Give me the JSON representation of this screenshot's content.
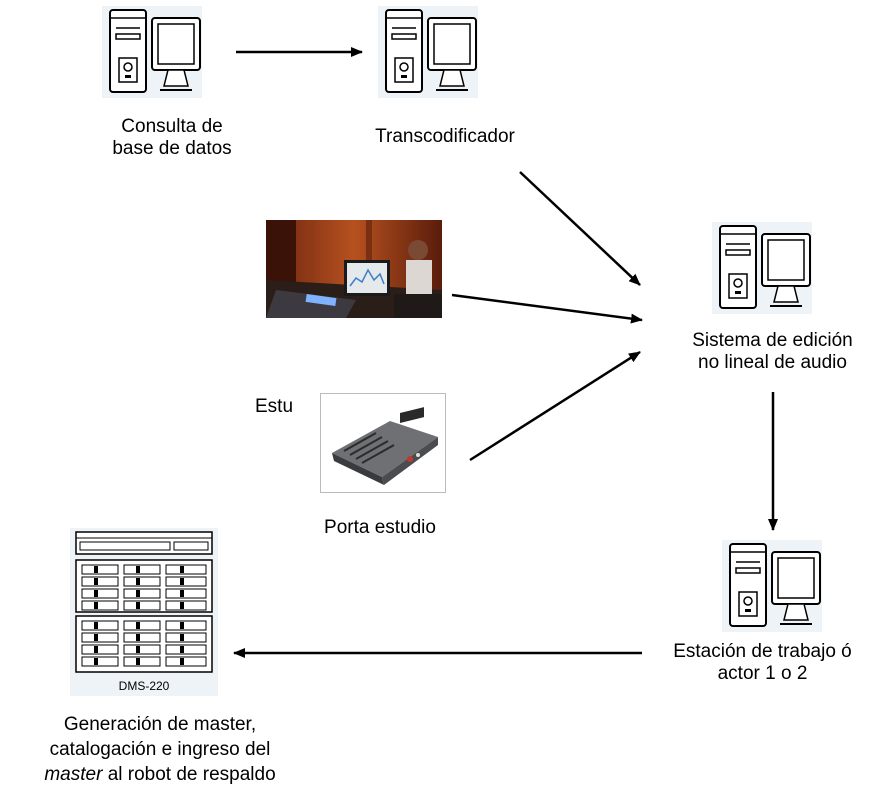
{
  "nodes": {
    "db_query": {
      "label_line1": "Consulta de",
      "label_line2": "base de datos",
      "icon": "desktop-computer-icon"
    },
    "transcoder": {
      "label": "Transcodificador",
      "icon": "desktop-computer-icon"
    },
    "editing_system": {
      "label_line1": "Sistema de edición",
      "label_line2": "no lineal de audio",
      "icon": "desktop-computer-icon"
    },
    "workstation": {
      "label_line1": "Estación de trabajo ó",
      "label_line2": "actor 1 o 2",
      "icon": "desktop-computer-icon"
    },
    "studio_photo": {
      "icon": "recording-studio-photo"
    },
    "porta_studio": {
      "label": "Porta estudio",
      "side_label": "Estu",
      "icon": "portable-mixer-photo"
    },
    "master": {
      "device_label": "DMS-220",
      "label_line1": "Generación de master,",
      "label_line2": "catalogación e ingreso del",
      "label_line3_italic": "master",
      "label_line3_rest": " al robot de respaldo",
      "icon": "storage-rack-icon"
    }
  },
  "colors": {
    "line": "#000000",
    "icon_bg": "#eef3f8"
  }
}
